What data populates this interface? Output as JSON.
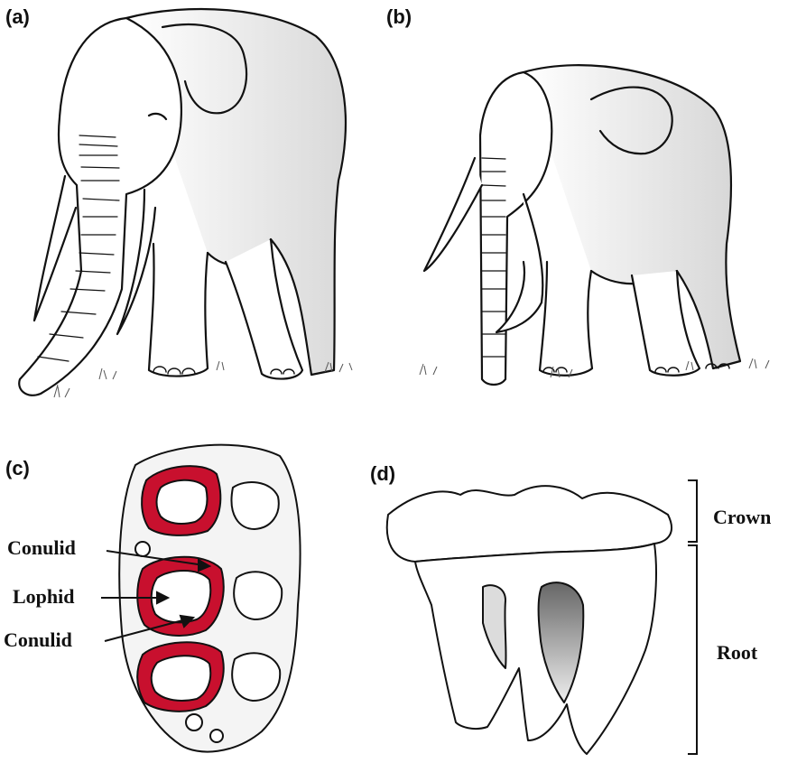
{
  "panels": {
    "a": {
      "letter": "(a)",
      "subject": "elephant-front-view"
    },
    "b": {
      "letter": "(b)",
      "subject": "straight-tusked-elephant-view"
    },
    "c": {
      "letter": "(c)",
      "subject": "molar-occlusal-view",
      "labels": {
        "conulid_top": "Conulid",
        "lophid": "Lophid",
        "conulid_bottom": "Conulid"
      }
    },
    "d": {
      "letter": "(d)",
      "subject": "molar-side-view",
      "labels": {
        "crown": "Crown",
        "root": "Root"
      }
    }
  },
  "colors": {
    "enamel": "#c8102e",
    "ink": "#111111"
  }
}
